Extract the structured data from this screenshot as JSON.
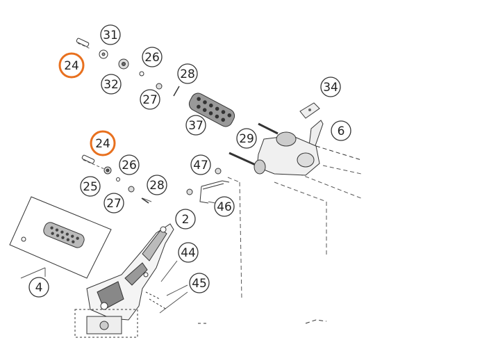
{
  "diagram": {
    "callouts": [
      {
        "id": "c31",
        "label": "31",
        "highlight": false
      },
      {
        "id": "c24a",
        "label": "24",
        "highlight": true
      },
      {
        "id": "c26a",
        "label": "26",
        "highlight": false
      },
      {
        "id": "c32",
        "label": "32",
        "highlight": false
      },
      {
        "id": "c28a",
        "label": "28",
        "highlight": false
      },
      {
        "id": "c27a",
        "label": "27",
        "highlight": false
      },
      {
        "id": "c34",
        "label": "34",
        "highlight": false
      },
      {
        "id": "c37",
        "label": "37",
        "highlight": false
      },
      {
        "id": "c29",
        "label": "29",
        "highlight": false
      },
      {
        "id": "c6",
        "label": "6",
        "highlight": false
      },
      {
        "id": "c24b",
        "label": "24",
        "highlight": true
      },
      {
        "id": "c26b",
        "label": "26",
        "highlight": false
      },
      {
        "id": "c47",
        "label": "47",
        "highlight": false
      },
      {
        "id": "c25",
        "label": "25",
        "highlight": false
      },
      {
        "id": "c28b",
        "label": "28",
        "highlight": false
      },
      {
        "id": "c27b",
        "label": "27",
        "highlight": false
      },
      {
        "id": "c46",
        "label": "46",
        "highlight": false
      },
      {
        "id": "c2",
        "label": "2",
        "highlight": false
      },
      {
        "id": "c44",
        "label": "44",
        "highlight": false
      },
      {
        "id": "c45",
        "label": "45",
        "highlight": false
      },
      {
        "id": "c4",
        "label": "4",
        "highlight": false
      }
    ],
    "colors": {
      "highlight": "#e8701e",
      "outline": "#333333",
      "part_fill": "#f2f2f2",
      "part_dark": "#555555"
    }
  }
}
